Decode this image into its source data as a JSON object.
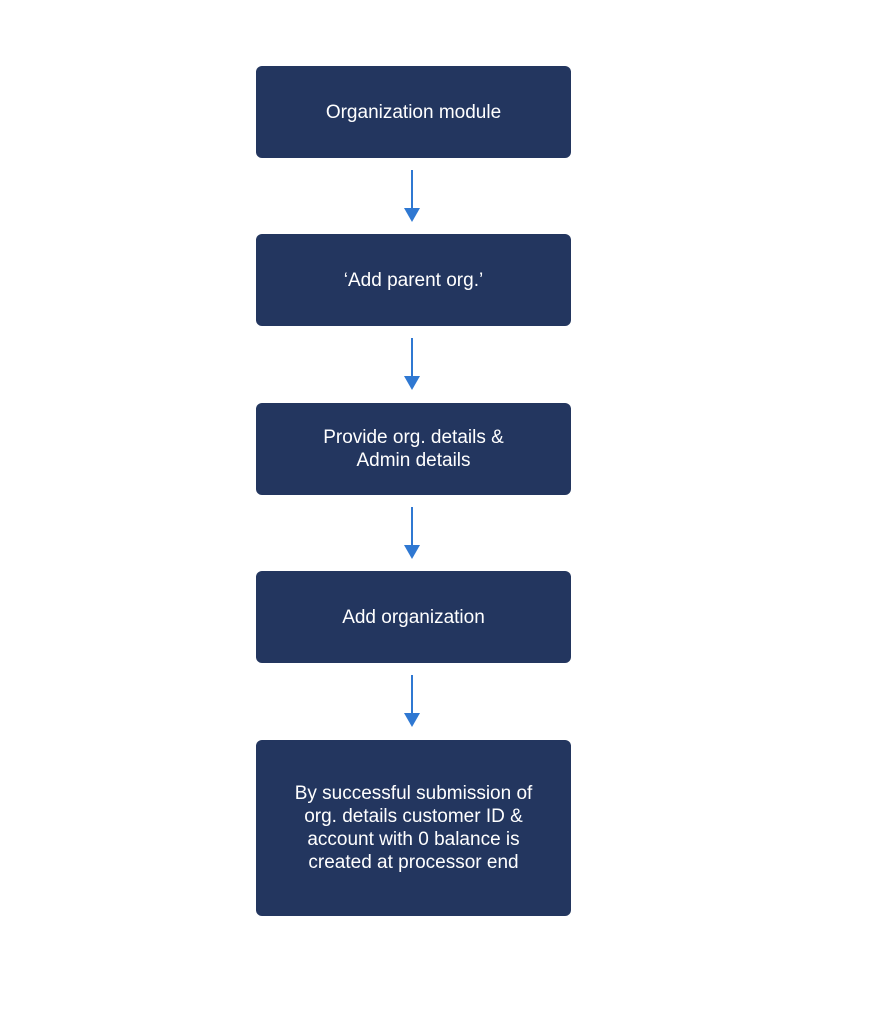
{
  "flow": {
    "steps": [
      {
        "label": "Organization module"
      },
      {
        "label": "‘Add parent org.’"
      },
      {
        "label": "Provide org. details &\nAdmin details"
      },
      {
        "label": "Add organization"
      },
      {
        "label": "By successful submission of\norg. details customer ID &\naccount with 0 balance is\ncreated at processor end"
      }
    ]
  },
  "colors": {
    "box_fill": "#23365f",
    "box_text": "#ffffff",
    "arrow": "#2f78d2",
    "background": "#ffffff"
  }
}
